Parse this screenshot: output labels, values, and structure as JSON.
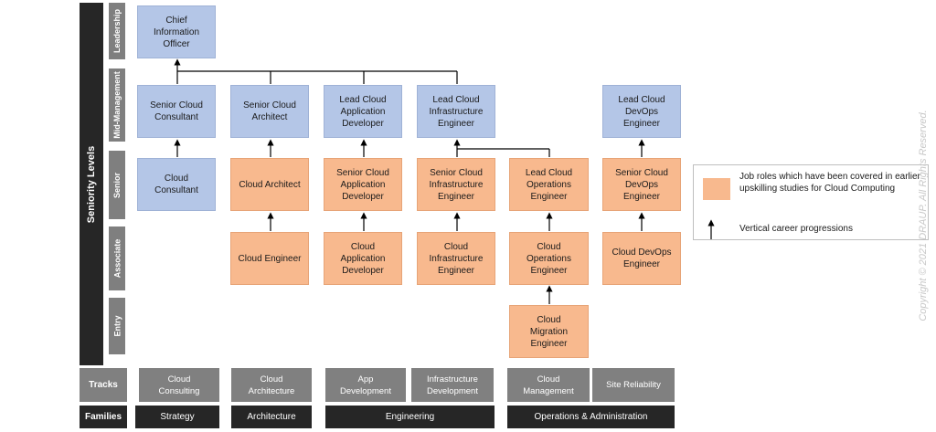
{
  "axis_title": "Seniority Levels",
  "levels": [
    "Leadership",
    "Mid-Management",
    "Senior",
    "Associate",
    "Entry"
  ],
  "roles": {
    "cio": "Chief\nInformation\nOfficer",
    "senior_cloud_consultant": "Senior Cloud\nConsultant",
    "senior_cloud_architect": "Senior Cloud\nArchitect",
    "lead_cloud_app_dev": "Lead Cloud\nApplication\nDeveloper",
    "lead_cloud_infra_eng": "Lead Cloud\nInfrastructure\nEngineer",
    "lead_cloud_devops_eng": "Lead Cloud\nDevOps\nEngineer",
    "cloud_consultant": "Cloud\nConsultant",
    "cloud_architect": "Cloud Architect",
    "senior_cloud_app_dev": "Senior Cloud\nApplication\nDeveloper",
    "senior_cloud_infra_eng": "Senior Cloud\nInfrastructure\nEngineer",
    "lead_cloud_ops_eng": "Lead Cloud\nOperations\nEngineer",
    "senior_cloud_devops_eng": "Senior Cloud\nDevOps\nEngineer",
    "cloud_engineer": "Cloud Engineer",
    "cloud_app_dev": "Cloud\nApplication\nDeveloper",
    "cloud_infra_eng": "Cloud\nInfrastructure\nEngineer",
    "cloud_ops_eng": "Cloud\nOperations\nEngineer",
    "cloud_devops_eng": "Cloud DevOps\nEngineer",
    "cloud_migration_eng": "Cloud\nMigration\nEngineer"
  },
  "tracks_label": "Tracks",
  "tracks": [
    "Cloud\nConsulting",
    "Cloud\nArchitecture",
    "App\nDevelopment",
    "Infrastructure\nDevelopment",
    "Cloud\nManagement",
    "Site Reliability"
  ],
  "families_label": "Families",
  "families": [
    "Strategy",
    "Architecture",
    "Engineering",
    "Operations & Administration"
  ],
  "legend": {
    "covered_roles": "Job roles which have been covered in earlier upskilling studies for Cloud Computing",
    "progression": "Vertical career progressions"
  },
  "copyright": "Copyright © 2021 DRAUP. All Rights Reserved.",
  "colors": {
    "covered": "#f8b98e",
    "other": "#b4c6e7",
    "dark": "#262626",
    "gray": "#808080"
  }
}
